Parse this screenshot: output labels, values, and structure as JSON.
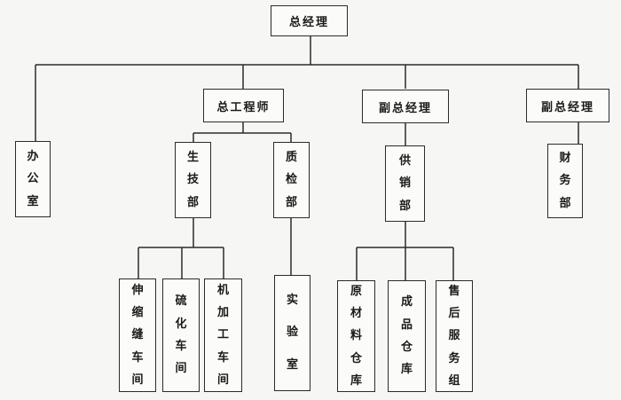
{
  "org_chart": {
    "general_manager": "总经理",
    "office": "办公室",
    "chief_engineer": "总工程师",
    "deputy_gm_supply": "副总经理",
    "deputy_gm_finance": "副总经理",
    "production_tech_dept": "生技部",
    "quality_inspection_dept": "质检部",
    "supply_sales_dept": "供销部",
    "finance_dept": "财务部",
    "extension_seam_workshop": "伸缩缝车间",
    "vulcanization_workshop": "硫化车间",
    "machining_workshop": "机加工车间",
    "laboratory": "实验室",
    "raw_material_warehouse": "原材料仓库",
    "finished_goods_warehouse": "成品仓库",
    "after_sales_team": "售后服务组"
  }
}
